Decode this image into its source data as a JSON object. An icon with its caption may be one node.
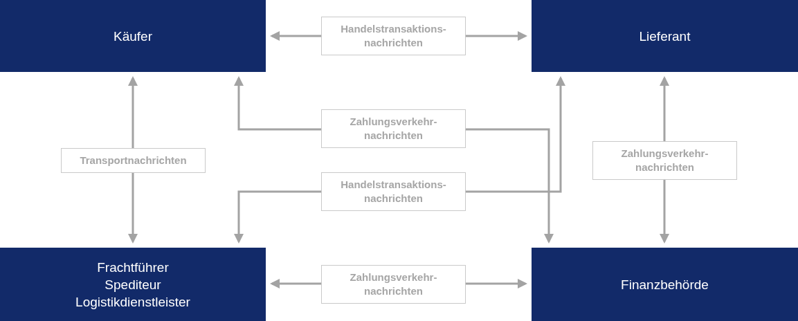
{
  "diagram": {
    "nodes": [
      {
        "text": [
          "Käufer"
        ]
      },
      {
        "text": [
          "Lieferant"
        ]
      },
      {
        "text": [
          "Frachtführer",
          "Spediteur",
          "Logistikdienstleister"
        ]
      },
      {
        "text": [
          "Finanzbehörde"
        ]
      }
    ],
    "edges": [
      {
        "from": 0,
        "to": 1,
        "arrow": "both",
        "label": "Handelstransaktions- nachrichten"
      },
      {
        "from": 0,
        "to": 2,
        "arrow": "both",
        "label": "Transportnachrichten"
      },
      {
        "from": 0,
        "to": 3,
        "arrow": "both",
        "label": "Zahlungsverkehr- nachrichten"
      },
      {
        "from": 2,
        "to": 1,
        "arrow": "both",
        "label": "Handelstransaktions- nachrichten"
      },
      {
        "from": 1,
        "to": 3,
        "arrow": "both",
        "label": "Zahlungsverkehr- nachrichten"
      },
      {
        "from": 2,
        "to": 3,
        "arrow": "both",
        "label": "Zahlungsverkehr- nachrichten"
      }
    ]
  }
}
